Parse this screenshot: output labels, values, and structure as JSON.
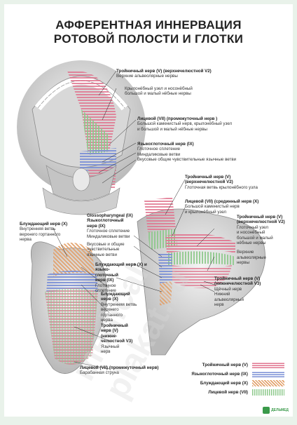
{
  "title_line1": "АФФЕРЕНТНАЯ ИННЕРВАЦИЯ",
  "title_line2": "РОТОВОЙ ПОЛОСТИ И ГЛОТКИ",
  "watermark": "medical-plakat.ru",
  "colors": {
    "trigeminal": "#e0758f",
    "glossopharyngeal": "#7a8fd6",
    "vagus": "#e2a06a",
    "facial": "#8ec98c"
  },
  "labels": {
    "l1": {
      "title": "Тройничный нерв (V) (верхнечелюстной V2)",
      "lines": [
        "Верхние альвеолярные нервы"
      ]
    },
    "l2": {
      "title": "",
      "lines": [
        "Крылонёбный узел и носонёбный",
        "большой и малый нёбные нервы"
      ]
    },
    "l3": {
      "title": "Лицевой (VII) (промежуточный нерв )",
      "lines": [
        "Большой каменистый нерв, крылонёбный узел",
        "и большой и малый нёбные нервы"
      ]
    },
    "l4": {
      "title": "Языкоглоточный нерв (IX)",
      "lines": [
        "Глоточное сплетение",
        "Миндаликовые ветви",
        "Вкусовые общие чувствительные язычные ветви"
      ]
    },
    "l5": {
      "title": "Тройничный нерв (V)",
      "lines": [
        "(верхнечелюстной V2)",
        "Глоточная ветвь  крылонёбного узла"
      ]
    },
    "l6": {
      "title": "Лицевой (VII) (срединный нерв (X)",
      "lines": [
        "Большой каменистый нерв",
        "и крылонёбный узел"
      ]
    },
    "l7": {
      "title": "Тройничный нерв (V)",
      "lines": [
        "(верхнечелюстной V2)",
        "Глоточный узел",
        "и носонёбный",
        "большой и малый",
        "нёбные нервы",
        "Верхние",
        "альвеолярные",
        "нервы"
      ]
    },
    "l8": {
      "title": "Блуждающий нерв (X)",
      "lines": [
        "Внутренняя ветвь",
        "верхнего гортанного",
        "нерва"
      ]
    },
    "l9": {
      "title": "Glossopharyngeal (IX)",
      "lines": [
        "Языкоглоточный",
        "нерв (IX)",
        "Глоточное сплетение",
        "Миндаликовые ветви",
        "",
        "Вкусовые и общие",
        "чувствительные",
        "язычные ветви"
      ]
    },
    "l10": {
      "title": "Блуждающий нерв (X) и языко-",
      "lines": [
        "глоточный",
        "нерв (IX)",
        "Глоточное",
        "сплетение"
      ]
    },
    "l11": {
      "title": "Блуждающий",
      "lines": [
        "нерв (X)",
        "Внутренняя ветвь",
        "верхнего",
        "гортанного",
        "нерва"
      ]
    },
    "l12": {
      "title": "Тройничный",
      "lines": [
        "нерв (V)",
        "(нижне-",
        "челюстной V3)",
        "Язычный",
        "нерв"
      ]
    },
    "l13": {
      "title": "Тройничный нерв (V)",
      "lines": [
        "(нижнечелюстной V3)",
        "Щёчный нерв",
        "Нижний",
        "альвеолярный",
        "нерв"
      ]
    },
    "l14": {
      "title": "Лицевой (VII) (промежуточный нерв)",
      "lines": [
        "Барабанная струна"
      ]
    }
  },
  "legend": [
    {
      "label": "Тройничный нерв (V)",
      "color": "#e0758f"
    },
    {
      "label": "Языкоглоточный нерв (IX)",
      "color": "#7a8fd6"
    },
    {
      "label": "Блуждающий нерв (X)",
      "color": "#e2a06a"
    },
    {
      "label": "Лицевой нерв (VII)",
      "color": "#8ec98c"
    }
  ],
  "logo_text": "ДЕЛЬМЕД"
}
